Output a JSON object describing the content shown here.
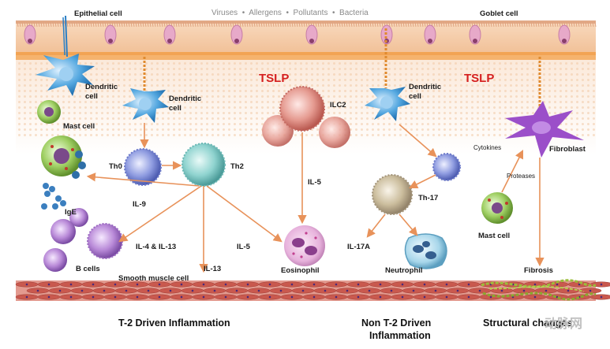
{
  "header": {
    "epithelial_cell": "Epithelial cell",
    "triggers": "Viruses  •  Allergens  •  Pollutants  •  Bacteria",
    "goblet_cell": "Goblet cell"
  },
  "mediators": {
    "tslp_left": "TSLP",
    "tslp_right": "TSLP"
  },
  "t2": {
    "dendritic_a": [
      "Dendritic",
      "cell"
    ],
    "dendritic_b": [
      "Dendritic",
      "cell"
    ],
    "mast_cell": "Mast cell",
    "th0": "Th0",
    "th2": "Th2",
    "ilc2": "ILC2",
    "il9": "IL-9",
    "ige": "IgE",
    "il4_il13": "IL-4 & IL-13",
    "il13": "IL-13",
    "il5_a": "IL-5",
    "il5_b": "IL-5",
    "b_cells": "B cells",
    "eosinophil": "Eosinophil",
    "smooth_muscle": "Smooth muscle cell"
  },
  "non_t2": {
    "dendritic": [
      "Dendritic",
      "cell"
    ],
    "th17": "Th-17",
    "il17a": "IL-17A",
    "neutrophil": "Neutrophil"
  },
  "structural": {
    "fibroblast": "Fibroblast",
    "cytokines": "Cytokines",
    "proteases": "Proteases",
    "mast_cell": "Mast cell",
    "fibrosis": "Fibrosis"
  },
  "sections": {
    "t2": "T-2 Driven Inflammation",
    "non_t2": [
      "Non T-2 Driven",
      "Inflammation"
    ],
    "structural": "Structural changes"
  },
  "watermark": "动脉网",
  "colors": {
    "tslp": "#d51f1f",
    "arrow": "#e8925a",
    "epithelium": "#f4c9a8",
    "goblet": "#e7a9c9",
    "smooth_muscle": "#c9594e"
  }
}
